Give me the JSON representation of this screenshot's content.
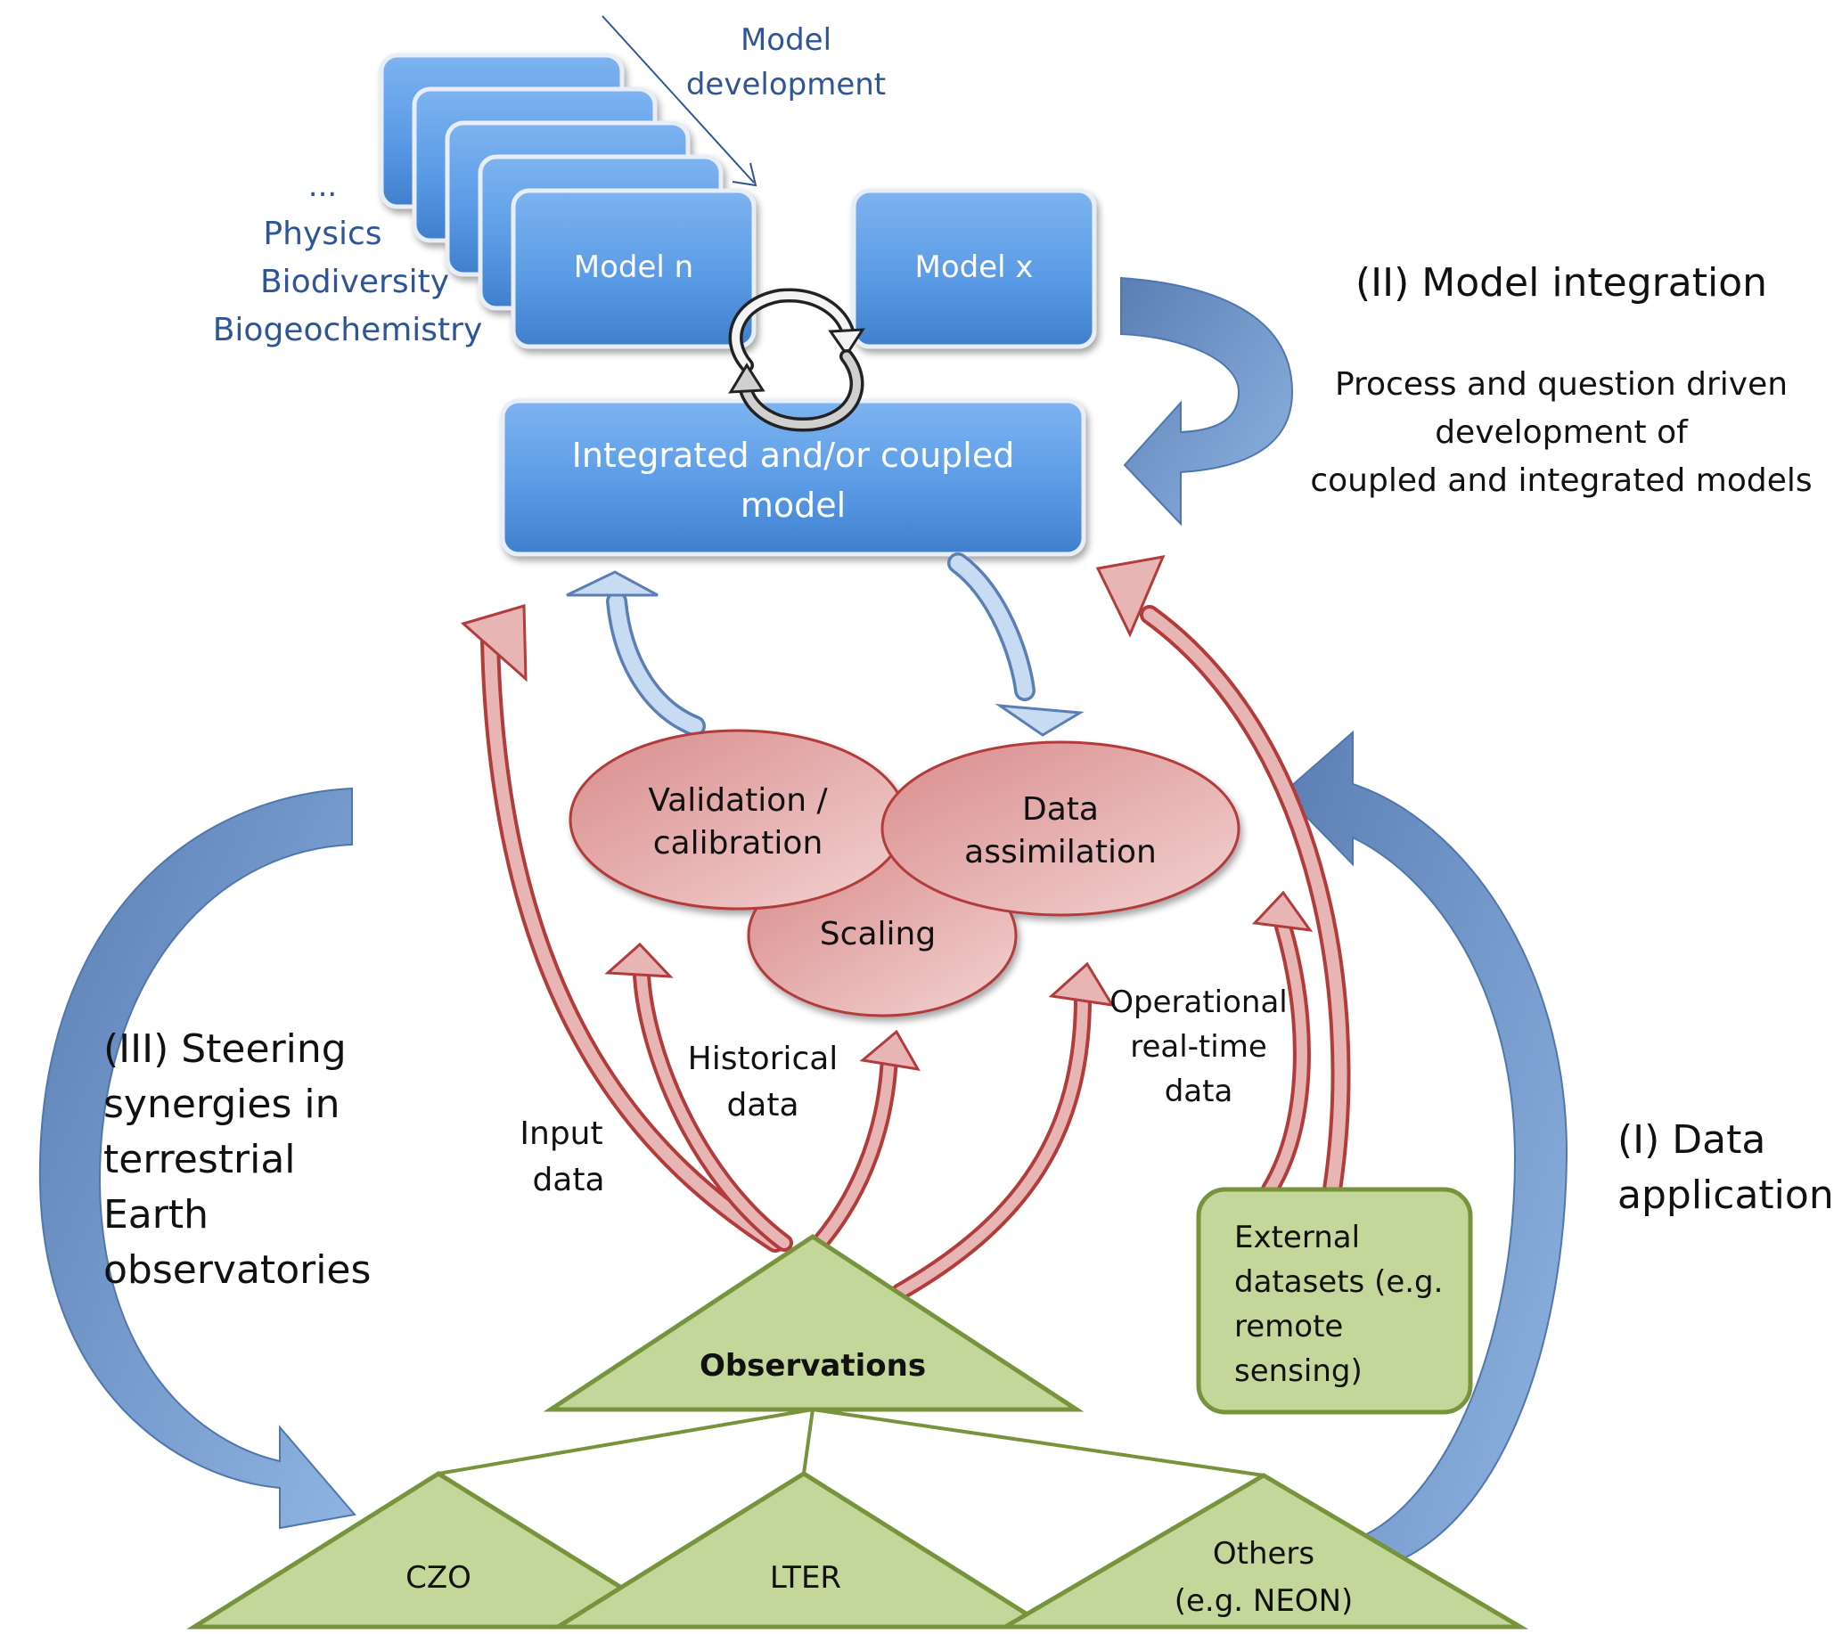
{
  "model_development": {
    "line1": "Model",
    "line2": "development"
  },
  "model_stack": {
    "ellipsis": "...",
    "physics": "Physics",
    "biodiversity": "Biodiversity",
    "biogeochemistry": "Biogeochemistry"
  },
  "models": {
    "model_n": "Model n",
    "model_x": "Model x"
  },
  "integrated_model": {
    "line1": "Integrated and/or coupled",
    "line2": "model"
  },
  "model_integration": {
    "title": "(II) Model integration",
    "line1": "Process and question driven",
    "line2": "development of",
    "line3": "coupled and integrated models"
  },
  "processes": {
    "validation_1": "Validation /",
    "validation_2": "calibration",
    "assimilation_1": "Data",
    "assimilation_2": "assimilation",
    "scaling": "Scaling"
  },
  "data_labels": {
    "input_1": "Input",
    "input_2": "data",
    "historical_1": "Historical",
    "historical_2": "data",
    "operational_1": "Operational",
    "operational_2": "real-time",
    "operational_3": "data"
  },
  "external": {
    "line1": "External",
    "line2": "datasets (e.g.",
    "line3": "remote",
    "line4": "sensing)"
  },
  "steering": {
    "line1": "(III) Steering",
    "line2": "synergies in",
    "line3": "terrestrial",
    "line4": "Earth",
    "line5": "observatories"
  },
  "data_application": {
    "line1": "(I) Data",
    "line2": "application"
  },
  "observations": {
    "main": "Observations",
    "czo": "CZO",
    "lter": "LTER",
    "others_1": "Others",
    "others_2": "(e.g. NEON)"
  },
  "colors": {
    "box_blue": "#5b9be6",
    "text_blue": "#2f5597",
    "red_fill": "#e8b5b5",
    "red_stroke": "#b23b3b",
    "green_fill": "#c4d79b",
    "green_stroke": "#77933c",
    "arrow_blue": "#6f95c7"
  }
}
